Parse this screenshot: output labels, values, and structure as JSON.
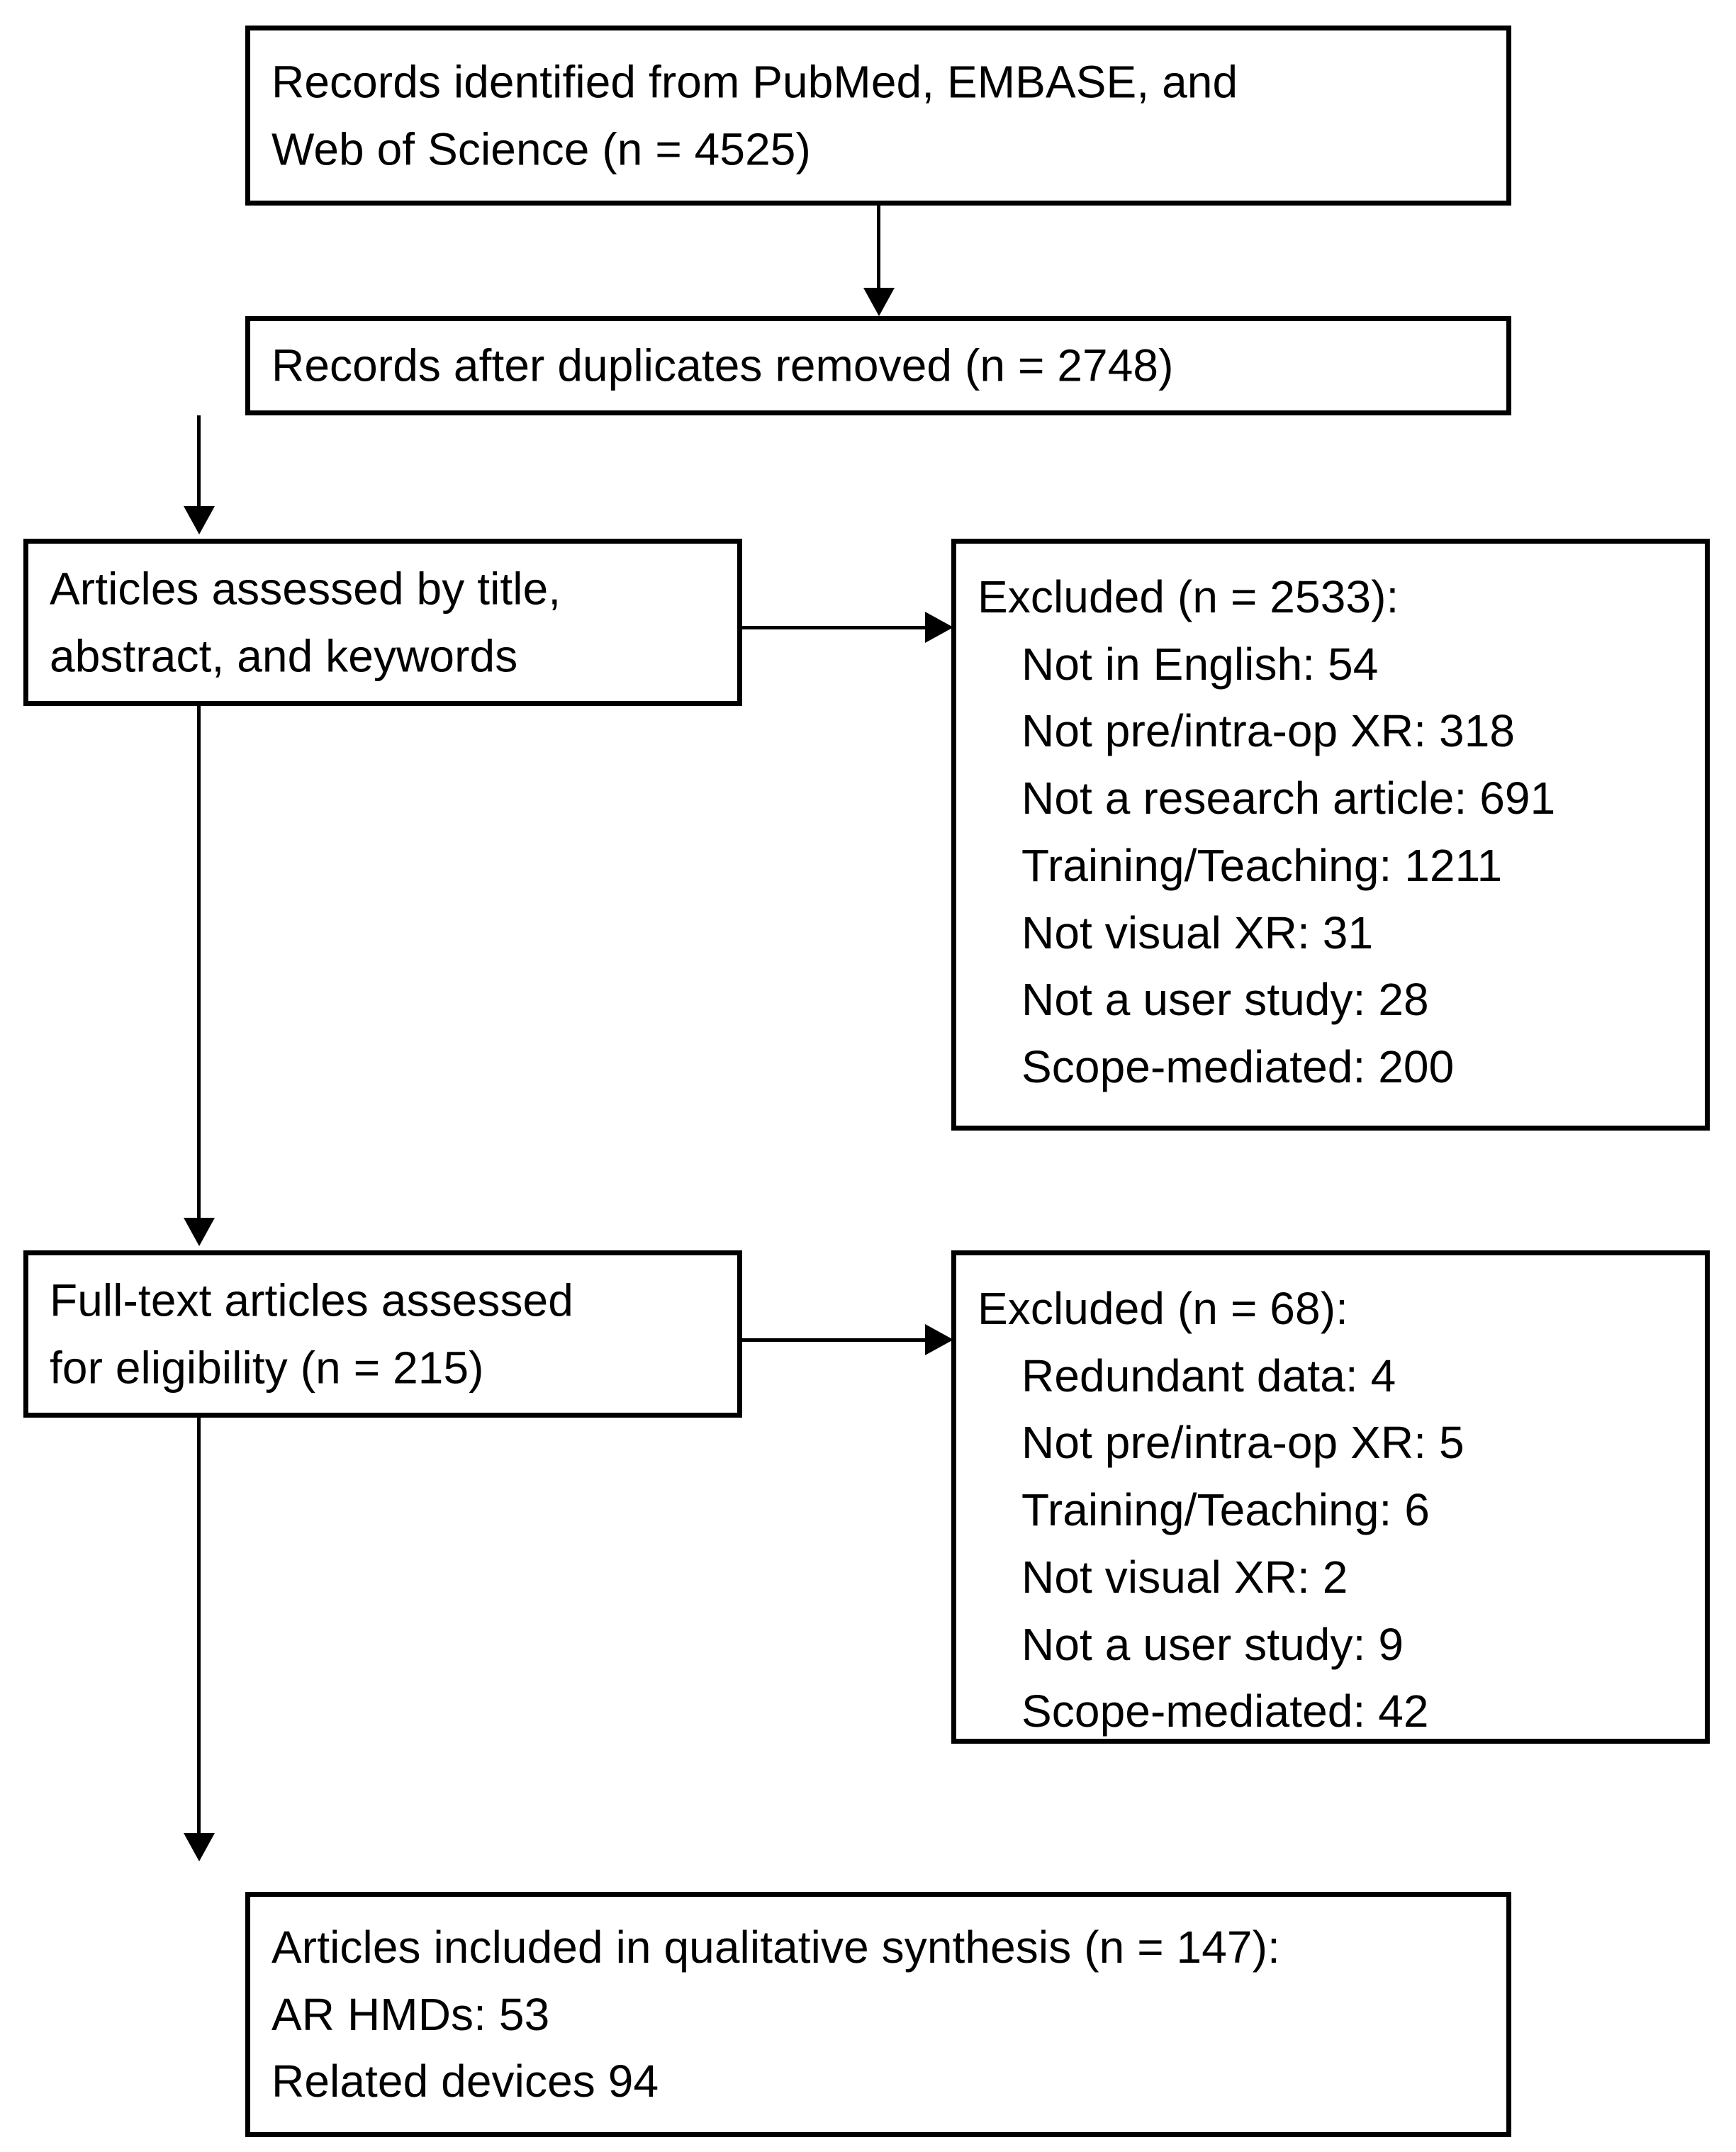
{
  "diagram": {
    "title": "PRISMA study selection flow diagram",
    "colors": {
      "stroke": "#000000",
      "fill": "#ffffff",
      "text": "#000000"
    },
    "boxes": {
      "identified": {
        "lines": [
          "Records identified from PubMed, EMBASE, and",
          "Web of Science (n = 4525)"
        ]
      },
      "after_duplicates": {
        "lines": [
          "Records after duplicates removed (n = 2748)"
        ]
      },
      "screened": {
        "lines": [
          "Articles assessed by title,",
          "abstract, and keywords"
        ]
      },
      "excluded_screening": {
        "header": "Excluded (n = 2533):",
        "items": [
          "Not in English: 54",
          "Not pre/intra-op XR: 318",
          "Not a research article: 691",
          "Training/Teaching: 1211",
          "Not visual XR: 31",
          "Not a user study: 28",
          "Scope-mediated: 200"
        ]
      },
      "fulltext": {
        "lines": [
          "Full-text articles assessed",
          "for eligibility (n = 215)"
        ]
      },
      "excluded_fulltext": {
        "header": "Excluded (n = 68):",
        "items": [
          "Redundant data: 4",
          "Not pre/intra-op XR: 5",
          "Training/Teaching: 6",
          "Not visual XR: 2",
          "Not a user study: 9",
          "Scope-mediated: 42"
        ]
      },
      "included": {
        "lines": [
          "Articles included in qualitative synthesis (n = 147):",
          "AR HMDs: 53",
          "Related devices 94"
        ]
      }
    },
    "connectors": [
      {
        "name": "identified-to-after-duplicates",
        "type": "arrow-down"
      },
      {
        "name": "after-duplicates-to-screened",
        "type": "arrow-down"
      },
      {
        "name": "screened-to-excluded-screening",
        "type": "arrow-right"
      },
      {
        "name": "screened-to-fulltext",
        "type": "arrow-down"
      },
      {
        "name": "fulltext-to-excluded-fulltext",
        "type": "arrow-right"
      },
      {
        "name": "fulltext-to-included",
        "type": "arrow-down"
      }
    ]
  },
  "chart_data": {
    "type": "diagram",
    "title": "PRISMA study selection flow diagram",
    "nodes": [
      {
        "id": "identified",
        "label": "Records identified from PubMed, EMBASE, and Web of Science",
        "n": 4525
      },
      {
        "id": "after_duplicates",
        "label": "Records after duplicates removed",
        "n": 2748
      },
      {
        "id": "screened",
        "label": "Articles assessed by title, abstract, and keywords",
        "n": null
      },
      {
        "id": "excluded_screening",
        "label": "Excluded",
        "n": 2533,
        "breakdown": [
          {
            "reason": "Not in English",
            "count": 54
          },
          {
            "reason": "Not pre/intra-op XR",
            "count": 318
          },
          {
            "reason": "Not a research article",
            "count": 691
          },
          {
            "reason": "Training/Teaching",
            "count": 1211
          },
          {
            "reason": "Not visual XR",
            "count": 31
          },
          {
            "reason": "Not a user study",
            "count": 28
          },
          {
            "reason": "Scope-mediated",
            "count": 200
          }
        ]
      },
      {
        "id": "fulltext",
        "label": "Full-text articles assessed for eligibility",
        "n": 215
      },
      {
        "id": "excluded_fulltext",
        "label": "Excluded",
        "n": 68,
        "breakdown": [
          {
            "reason": "Redundant data",
            "count": 4
          },
          {
            "reason": "Not pre/intra-op XR",
            "count": 5
          },
          {
            "reason": "Training/Teaching",
            "count": 6
          },
          {
            "reason": "Not visual XR",
            "count": 2
          },
          {
            "reason": "Not a user study",
            "count": 9
          },
          {
            "reason": "Scope-mediated",
            "count": 42
          }
        ]
      },
      {
        "id": "included",
        "label": "Articles included in qualitative synthesis",
        "n": 147,
        "breakdown": [
          {
            "reason": "AR HMDs",
            "count": 53
          },
          {
            "reason": "Related devices",
            "count": 94
          }
        ]
      }
    ],
    "edges": [
      {
        "from": "identified",
        "to": "after_duplicates"
      },
      {
        "from": "after_duplicates",
        "to": "screened"
      },
      {
        "from": "screened",
        "to": "excluded_screening"
      },
      {
        "from": "screened",
        "to": "fulltext"
      },
      {
        "from": "fulltext",
        "to": "excluded_fulltext"
      },
      {
        "from": "fulltext",
        "to": "included"
      }
    ]
  }
}
